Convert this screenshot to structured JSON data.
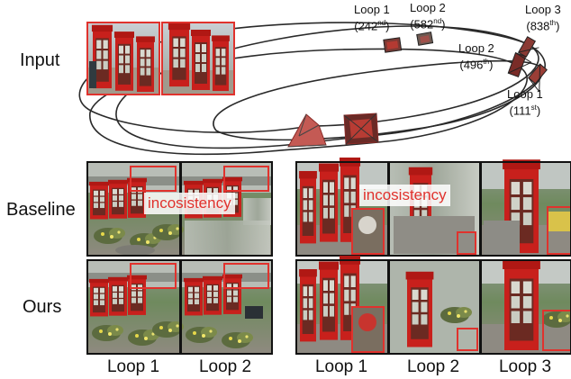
{
  "rows": {
    "input": "Input",
    "baseline": "Baseline",
    "ours": "Ours"
  },
  "columns": {
    "left": [
      "Loop 1",
      "Loop 2"
    ],
    "right": [
      "Loop 1",
      "Loop 2",
      "Loop 3"
    ]
  },
  "annotation": "incosistency",
  "trajectory_labels": [
    {
      "name": "Loop 1",
      "num": "(242",
      "sup": "nd",
      "close": ")"
    },
    {
      "name": "Loop 2",
      "num": "(582",
      "sup": "nd",
      "close": ")"
    },
    {
      "name": "Loop 3",
      "num": "(838",
      "sup": "th",
      "close": ")"
    },
    {
      "name": "Loop 2",
      "num": "(496",
      "sup": "th",
      "close": ")"
    },
    {
      "name": "Loop 1",
      "num": "(111",
      "sup": "st",
      "close": ")"
    }
  ],
  "colors": {
    "highlight": "#e0322d",
    "booth": "#c8201c",
    "frame": "#111111"
  }
}
